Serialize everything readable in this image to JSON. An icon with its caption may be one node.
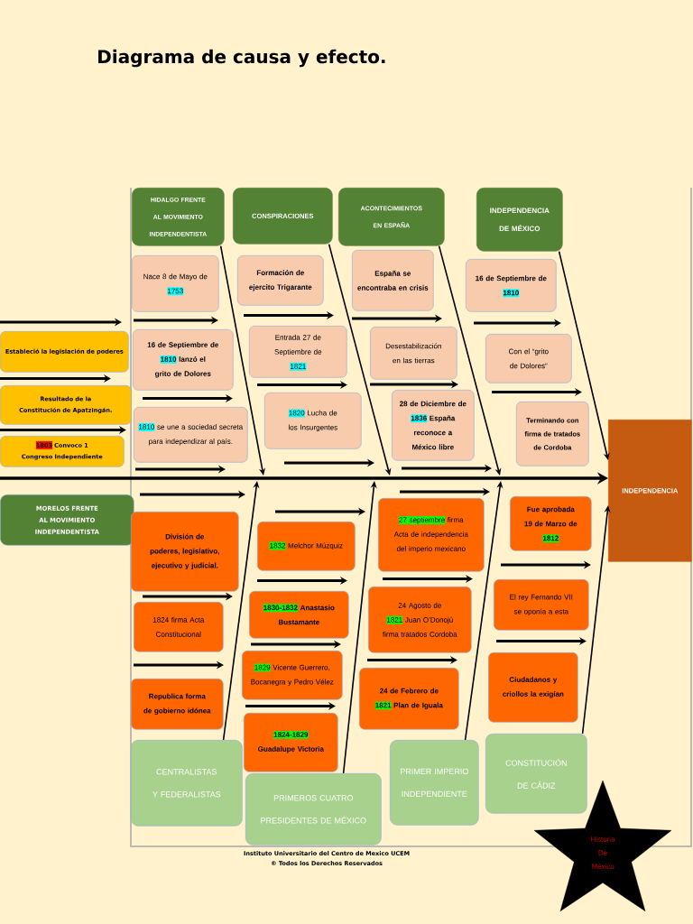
{
  "diagram": {
    "title": "Diagrama de causa y efecto.",
    "nodes": [
      {
        "text": [
          "HIDALGO FRENTE AL MOVIMIENTO INDEPENDENTISTA"
        ]
      },
      {
        "text": [
          "CONSPIRACIONES"
        ]
      },
      {
        "text": [
          "ACONTECIMIENTOS EN ESPAÑA"
        ]
      },
      {
        "text": [
          "INDEPENDENCIA DE MÉXICO"
        ]
      },
      {
        "text": [
          "Nace 8 de Mayo de 1753"
        ]
      },
      {
        "text": [
          "16 de Septiembre de 1810 lanzó el grito de Dolores"
        ]
      },
      {
        "text": [
          "1810 se une a sociedad secreta para independizar al país."
        ]
      },
      {
        "text": [
          "Formación de ejercito Trigarante"
        ]
      },
      {
        "text": [
          "Entrada 27 de Septiembre de 1821"
        ]
      },
      {
        "text": [
          "1820 Lucha de los Insurgentes"
        ]
      },
      {
        "text": [
          "España se encontraba en crisis"
        ]
      },
      {
        "text": [
          "Desestabilización en las tierras"
        ]
      },
      {
        "text": [
          "28 de Diciembre de 1836 España reconoce a México libre"
        ]
      },
      {
        "text": [
          "16 de Septiembre de 1810"
        ]
      },
      {
        "text": [
          "Con el “grito de Dolores”"
        ]
      },
      {
        "text": [
          "Terminando con firma de tratados de Cordoba"
        ]
      },
      {
        "text": [
          "INDEPENDENCIA"
        ]
      },
      {
        "text": [
          "Estableció la legislación de poderes"
        ]
      },
      {
        "text": [
          "Resultado de la Constitución de Apatzingán."
        ]
      },
      {
        "text": [
          "1803 Convoco 1 Congreso Independiente"
        ]
      },
      {
        "text": [
          "MORELOS FRENTE AL MOVIMIENTO INDEPENDENTISTA"
        ]
      },
      {
        "text": [
          "División de poderes, legislativo, ejecutivo y judicial."
        ]
      },
      {
        "text": [
          "1824 firma Acta Constitucional"
        ]
      },
      {
        "text": [
          "Republica forma de gobierno idónea"
        ]
      },
      {
        "text": [
          "1832 Melchor Múzquiz"
        ]
      },
      {
        "text": [
          "1830-1832 Anastasio Bustamante"
        ]
      },
      {
        "text": [
          "1829 Vicente Guerrero, Bocanegra y Pedro Vélez"
        ]
      },
      {
        "text": [
          "1824-1829 Guadalupe Victoria"
        ]
      },
      {
        "text": [
          "27 septiembre firma Acta de independencia del imperio mexicano"
        ]
      },
      {
        "text": [
          "24 Agosto de 1821 Juan O’Donojú firma tratados Cordoba"
        ]
      },
      {
        "text": [
          "24 de Febrero de 1821 Plan de Iguala"
        ]
      },
      {
        "text": [
          "Fue aprobada 19 de Marzo de 1812"
        ]
      },
      {
        "text": [
          "El rey Fernando VII se oponía a esta"
        ]
      },
      {
        "text": [
          "Ciudadanos y criollos la exigían"
        ]
      },
      {
        "text": [
          "CENTRALISTAS Y FEDERALISTAS"
        ]
      },
      {
        "text": [
          "PRIMEROS CUATRO PRESIDENTES DE MÉXICO"
        ]
      },
      {
        "text": [
          "PRIMER IMPERIO INDEPENDIENTE"
        ]
      },
      {
        "text": [
          "CONSTITUCIÓN DE CÁDIZ"
        ]
      },
      {
        "text": [
          "Historia De México"
        ]
      }
    ],
    "edges": [
      {
        "from": null,
        "to": 16,
        "arrow": "to",
        "style": "thick"
      },
      {
        "from": 0,
        "to": null,
        "arrow": "to"
      },
      {
        "from": 1,
        "to": null,
        "arrow": "to"
      },
      {
        "from": 2,
        "to": null,
        "arrow": "to"
      },
      {
        "from": 3,
        "to": 16,
        "arrow": "to"
      },
      {
        "from": 34,
        "to": null,
        "arrow": "to"
      },
      {
        "from": 35,
        "to": null,
        "arrow": "to"
      },
      {
        "from": 36,
        "to": null,
        "arrow": "to"
      },
      {
        "from": 37,
        "to": 16,
        "arrow": "to"
      }
    ],
    "labels": [
      "Instituto Universitario del Centro de Mexico UCEM",
      "® Todos los Derechos Reservados"
    ]
  }
}
